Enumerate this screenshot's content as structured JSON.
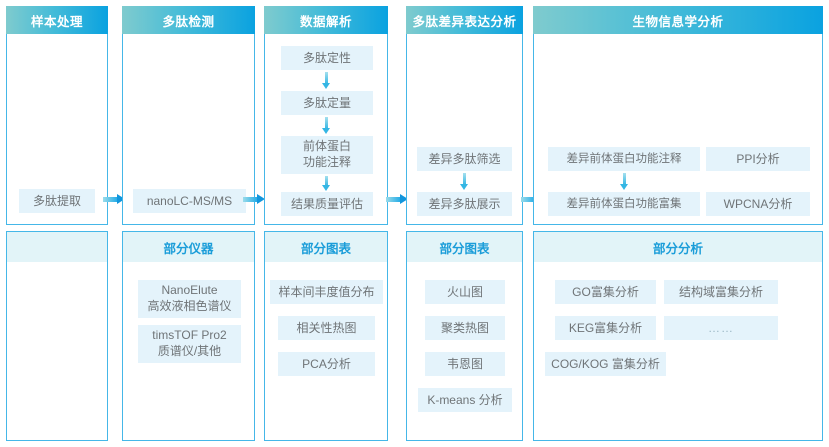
{
  "columns": [
    {
      "title": "样本处理",
      "subtitle": "",
      "flow": [
        "多肽提取"
      ],
      "items": []
    },
    {
      "title": "多肽检测",
      "subtitle": "部分仪器",
      "flow": [
        "nanoLC-MS/MS"
      ],
      "items": [
        "NanoElute\n高效液相色谱仪",
        "timsTOF Pro2\n质谱仪/其他"
      ]
    },
    {
      "title": "数据解析",
      "subtitle": "部分图表",
      "flow": [
        "多肽定性",
        "多肽定量",
        "前体蛋白\n功能注释",
        "结果质量评估"
      ],
      "items": [
        "样本间丰度值分布",
        "相关性热图",
        "PCA分析"
      ]
    },
    {
      "title": "多肽差异表达分析",
      "subtitle": "部分图表",
      "flow": [
        "差异多肽筛选",
        "差异多肽展示"
      ],
      "items": [
        "火山图",
        "聚类热图",
        "韦恩图",
        "K-means 分析"
      ]
    },
    {
      "title": "生物信息学分析",
      "subtitle": "部分分析",
      "flow": [
        "差异前体蛋白功能注释",
        "PPI分析",
        "差异前体蛋白功能富集",
        "WPCNA分析"
      ],
      "items": [
        "GO富集分析",
        "结构域富集分析",
        "KEG富集分析",
        "……",
        "COG/KOG 富集分析"
      ]
    }
  ],
  "arrows": {
    "horizontal_label": "flow-arrow-right",
    "vertical_label": "flow-arrow-down"
  },
  "colors": {
    "header_gradient_start": "#7fcbce",
    "header_gradient_end": "#0aa2e0",
    "border": "#45b7e8",
    "subheader_bg": "#e2f4f8",
    "subheader_text": "#1b9dd9",
    "box_bg": "#e4f3fb",
    "box_text": "#6f7477",
    "arrow": "#1296dd"
  }
}
